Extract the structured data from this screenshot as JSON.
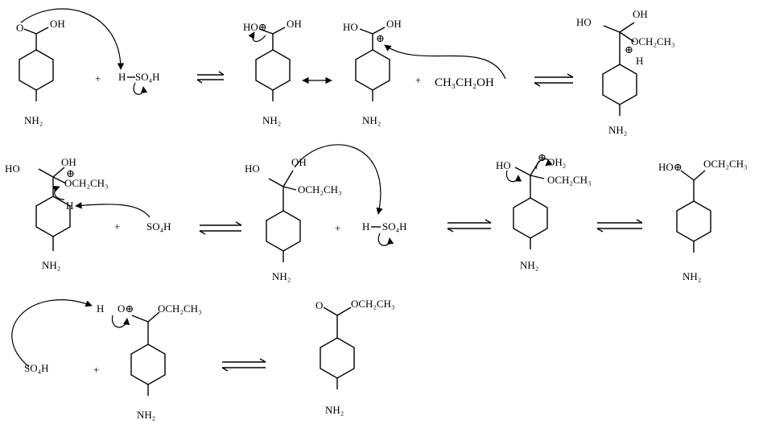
{
  "reagents": {
    "plus": "+",
    "h2so4_h": "H",
    "h2so4_rest": "SO₄H",
    "so4h": "SO₄H",
    "ethanol": "CH₃CH₂OH",
    "nh2": "NH₂",
    "oh": "OH",
    "ho": "HO",
    "o": "O",
    "h": "H",
    "och2ch3": "OCH₂CH₃",
    "oh2": "OH₂",
    "ho_plus": "HO⊕",
    "o_plus": "O⊕",
    "plus_charge": "⊕"
  }
}
